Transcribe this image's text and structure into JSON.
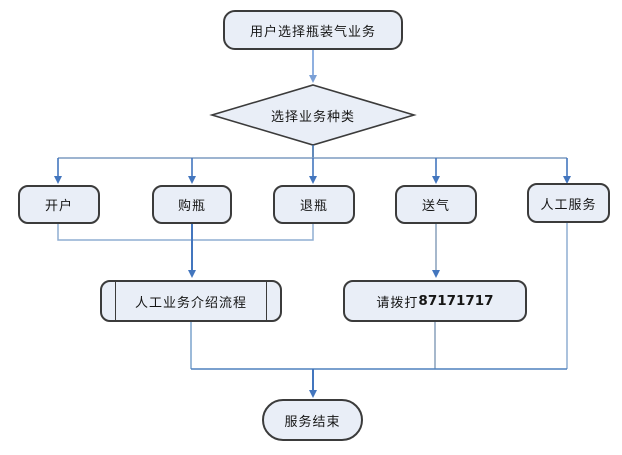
{
  "diagram": {
    "type": "flowchart",
    "topic": "瓶装气业务流程",
    "nodes": {
      "start": {
        "label": "用户选择瓶装气业务",
        "shape": "terminator"
      },
      "decision": {
        "label": "选择业务种类",
        "shape": "decision"
      },
      "open_account": {
        "label": "开户",
        "shape": "process"
      },
      "buy_bottle": {
        "label": "购瓶",
        "shape": "process"
      },
      "return_bottle": {
        "label": "退瓶",
        "shape": "process"
      },
      "deliver_gas": {
        "label": "送气",
        "shape": "process"
      },
      "manual_service": {
        "label": "人工服务",
        "shape": "process"
      },
      "intro_process": {
        "label": "人工业务介绍流程",
        "shape": "predefined-process"
      },
      "call_number": {
        "label": "请拨打87171717",
        "prefix": "请拨打",
        "number": "87171717",
        "shape": "process"
      },
      "end": {
        "label": "服务结束",
        "shape": "terminator"
      }
    },
    "edges": [
      {
        "from": "start",
        "to": "decision"
      },
      {
        "from": "decision",
        "to": "open_account"
      },
      {
        "from": "decision",
        "to": "buy_bottle"
      },
      {
        "from": "decision",
        "to": "return_bottle"
      },
      {
        "from": "decision",
        "to": "deliver_gas"
      },
      {
        "from": "decision",
        "to": "manual_service"
      },
      {
        "from": "open_account",
        "to": "intro_process"
      },
      {
        "from": "buy_bottle",
        "to": "intro_process"
      },
      {
        "from": "return_bottle",
        "to": "intro_process"
      },
      {
        "from": "deliver_gas",
        "to": "call_number"
      },
      {
        "from": "intro_process",
        "to": "end"
      },
      {
        "from": "call_number",
        "to": "end"
      },
      {
        "from": "manual_service",
        "to": "end"
      }
    ],
    "colors": {
      "node_fill": "#e9eef7",
      "node_border": "#3b3b3b",
      "connector_light_blue": "#8fadd2",
      "connector_blue": "#4376be",
      "connector_steel": "#7d9cc0",
      "connector_gray_blue": "#6c89ab",
      "text": "#161616"
    }
  }
}
